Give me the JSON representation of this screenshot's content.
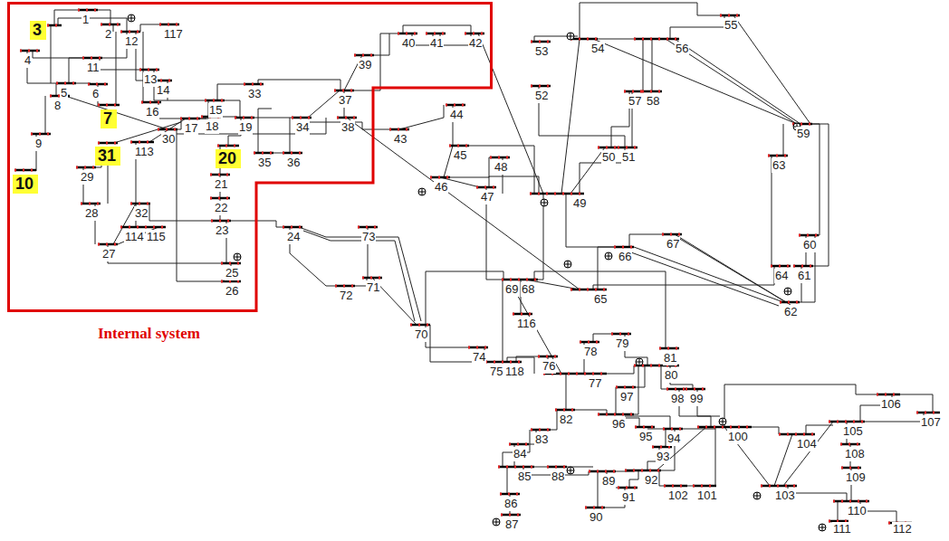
{
  "diagram": {
    "nodes": [
      {
        "text": [
          "Internal system"
        ]
      },
      {
        "text": [
          "3"
        ],
        "in": 0
      },
      {
        "text": [
          "7"
        ],
        "in": 0
      },
      {
        "text": [
          "31"
        ],
        "in": 0
      },
      {
        "text": [
          "20"
        ],
        "in": 0
      },
      {
        "text": [
          "10"
        ],
        "in": 0
      }
    ],
    "labels": [
      "1",
      "2",
      "12",
      "117",
      "4",
      "11",
      "13",
      "14",
      "5",
      "6",
      "8",
      "16",
      "15",
      "33",
      "17",
      "18",
      "19",
      "34",
      "35",
      "36",
      "37",
      "38",
      "39",
      "40",
      "41",
      "42",
      "30",
      "113",
      "9",
      "29",
      "28",
      "32",
      "114",
      "115",
      "27",
      "21",
      "22",
      "23",
      "24",
      "25",
      "26",
      "43",
      "44",
      "45",
      "46",
      "47",
      "48",
      "49",
      "52",
      "53",
      "54",
      "55",
      "56",
      "57",
      "58",
      "50",
      "51",
      "59",
      "63",
      "60",
      "61",
      "64",
      "62",
      "65",
      "66",
      "67",
      "69",
      "68",
      "116",
      "73",
      "71",
      "72",
      "70",
      "74",
      "75",
      "118",
      "76",
      "77",
      "78",
      "79",
      "80",
      "81",
      "97",
      "98",
      "99",
      "96",
      "82",
      "83",
      "95",
      "94",
      "93",
      "84",
      "85",
      "88",
      "89",
      "92",
      "91",
      "90",
      "102",
      "101",
      "86",
      "87",
      "100",
      "104",
      "103",
      "105",
      "106",
      "107",
      "108",
      "109",
      "110",
      "111",
      "112"
    ]
  }
}
